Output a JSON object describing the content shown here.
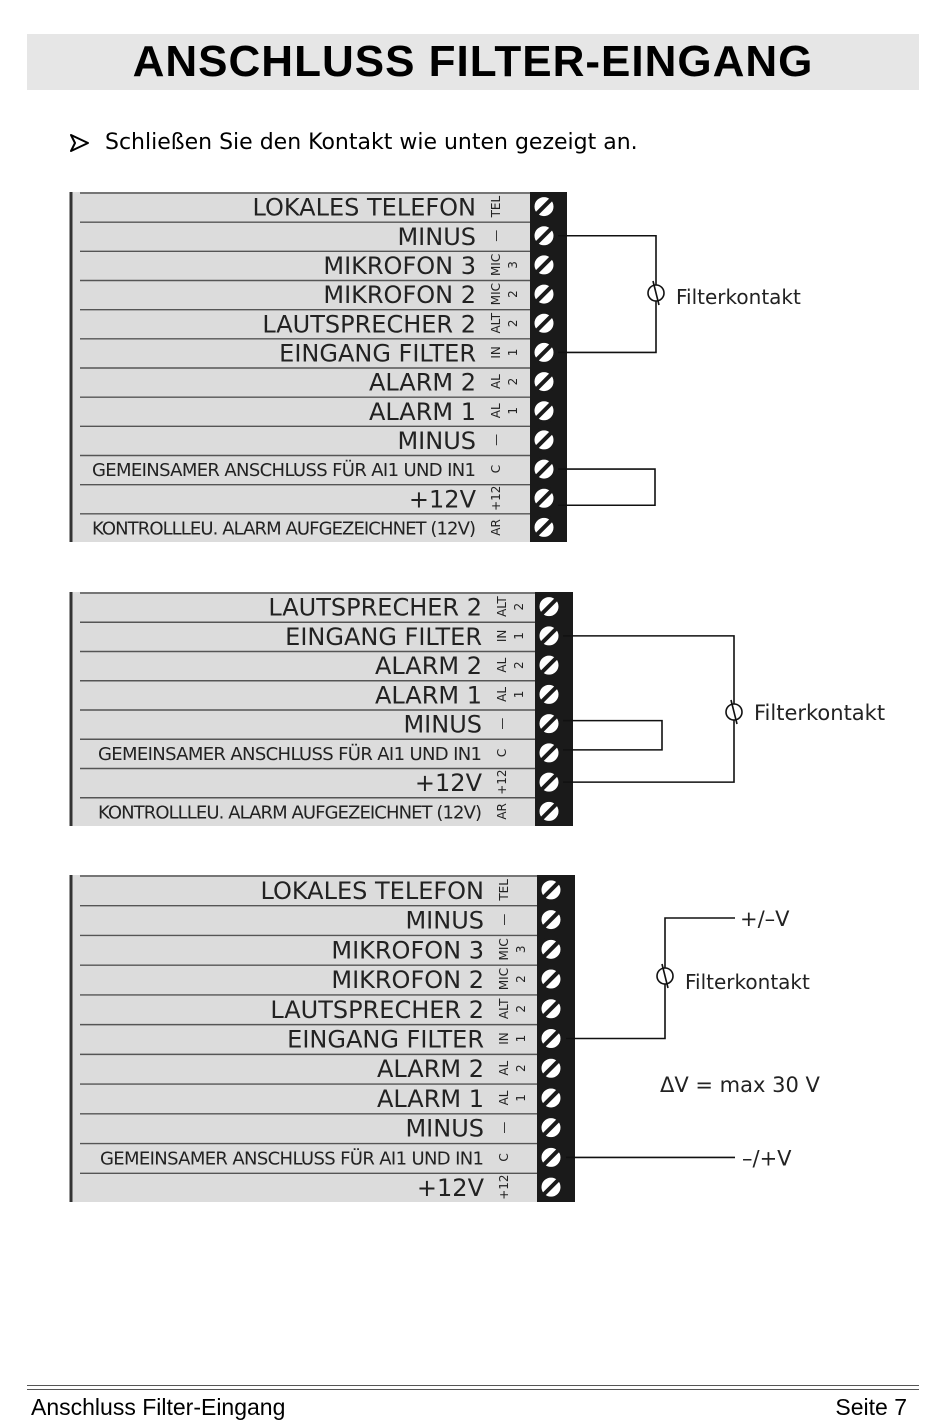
{
  "header": {
    "title": "ANSCHLUSS FILTER-EINGANG"
  },
  "instruction": {
    "bullet_icon": "arrowhead-bullet-icon",
    "text": "Schließen Sie den Kontakt wie unten gezeigt an."
  },
  "diagrams": [
    {
      "rows": [
        {
          "label": "LOKALES TELEFON",
          "code1": "TEL",
          "code2": ""
        },
        {
          "label": "MINUS",
          "code1": "—",
          "code2": ""
        },
        {
          "label": "MIKROFON 3",
          "code1": "MIC",
          "code2": "3"
        },
        {
          "label": "MIKROFON 2",
          "code1": "MIC",
          "code2": "2"
        },
        {
          "label": "LAUTSPRECHER 2",
          "code1": "ALT",
          "code2": "2"
        },
        {
          "label": "EINGANG FILTER",
          "code1": "IN",
          "code2": "1"
        },
        {
          "label": "ALARM 2",
          "code1": "AL",
          "code2": "2"
        },
        {
          "label": "ALARM 1",
          "code1": "AL",
          "code2": "1"
        },
        {
          "label": "MINUS",
          "code1": "—",
          "code2": ""
        },
        {
          "label": "GEMEINSAMER ANSCHLUSS FÜR AI1 UND IN1",
          "code1": "C",
          "code2": ""
        },
        {
          "label": "+12V",
          "code1": "+12",
          "code2": ""
        },
        {
          "label": "KONTROLLLEU. ALARM AUFGEZEICHNET (12V)",
          "code1": "AR",
          "code2": ""
        }
      ],
      "contact_label": "Filterkontakt"
    },
    {
      "rows": [
        {
          "label": "LAUTSPRECHER 2",
          "code1": "ALT",
          "code2": "2"
        },
        {
          "label": "EINGANG FILTER",
          "code1": "IN",
          "code2": "1"
        },
        {
          "label": "ALARM 2",
          "code1": "AL",
          "code2": "2"
        },
        {
          "label": "ALARM 1",
          "code1": "AL",
          "code2": "1"
        },
        {
          "label": "MINUS",
          "code1": "—",
          "code2": ""
        },
        {
          "label": "GEMEINSAMER ANSCHLUSS FÜR AI1 UND IN1",
          "code1": "C",
          "code2": ""
        },
        {
          "label": "+12V",
          "code1": "+12",
          "code2": ""
        },
        {
          "label": "KONTROLLLEU. ALARM AUFGEZEICHNET (12V)",
          "code1": "AR",
          "code2": ""
        }
      ],
      "contact_label": "Filterkontakt"
    },
    {
      "rows": [
        {
          "label": "LOKALES TELEFON",
          "code1": "TEL",
          "code2": ""
        },
        {
          "label": "MINUS",
          "code1": "—",
          "code2": ""
        },
        {
          "label": "MIKROFON 3",
          "code1": "MIC",
          "code2": "3"
        },
        {
          "label": "MIKROFON 2",
          "code1": "MIC",
          "code2": "2"
        },
        {
          "label": "LAUTSPRECHER 2",
          "code1": "ALT",
          "code2": "2"
        },
        {
          "label": "EINGANG FILTER",
          "code1": "IN",
          "code2": "1"
        },
        {
          "label": "ALARM 2",
          "code1": "AL",
          "code2": "2"
        },
        {
          "label": "ALARM 1",
          "code1": "AL",
          "code2": "1"
        },
        {
          "label": "MINUS",
          "code1": "—",
          "code2": ""
        },
        {
          "label": "GEMEINSAMER ANSCHLUSS FÜR AI1 UND IN1",
          "code1": "C",
          "code2": ""
        },
        {
          "label": "+12V",
          "code1": "+12",
          "code2": ""
        }
      ],
      "contact_label": "Filterkontakt",
      "voltage_top": "+/–V",
      "voltage_bottom": "–/+V",
      "voltage_note": "ΔV = max 30 V"
    }
  ],
  "footer": {
    "left": "Anschluss Filter-Eingang",
    "right": "Seite 7"
  },
  "colors": {
    "title_bg": "#e6e6e6",
    "block_bg": "#dcdcdc",
    "terminal": "#1a1a1a"
  }
}
